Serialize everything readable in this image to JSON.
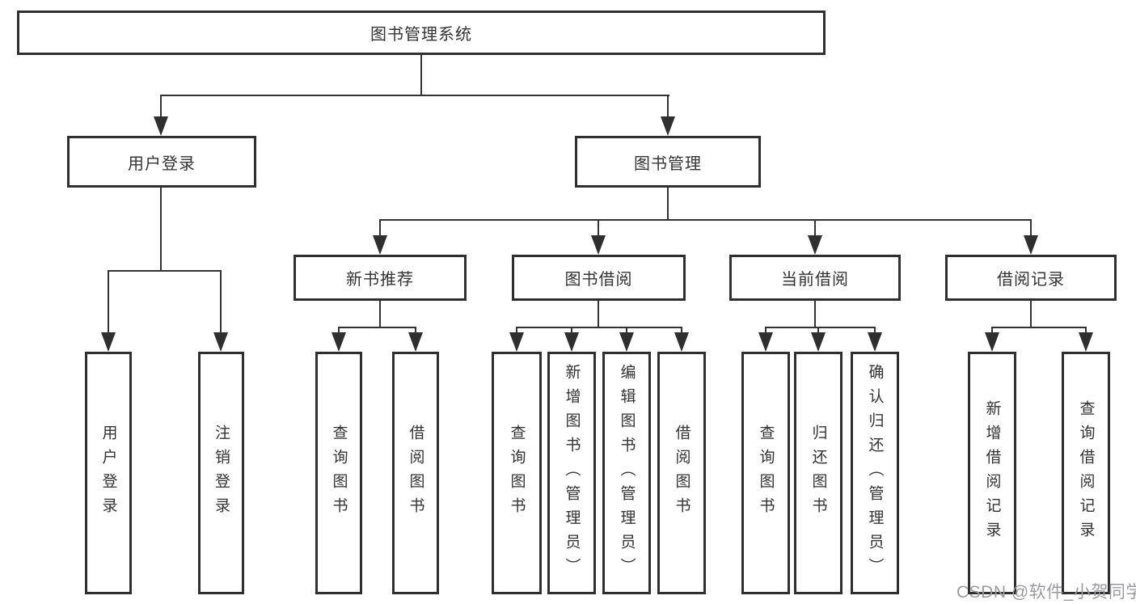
{
  "tree": {
    "root": {
      "label": "图书管理系统"
    },
    "branches": [
      {
        "label": "用户登录",
        "children": [
          {
            "label": "用户登录"
          },
          {
            "label": "注销登录"
          }
        ]
      },
      {
        "label": "图书管理",
        "children": [
          {
            "label": "新书推荐",
            "children": [
              {
                "label": "查询图书"
              },
              {
                "label": "借阅图书"
              }
            ]
          },
          {
            "label": "图书借阅",
            "children": [
              {
                "label": "查询图书"
              },
              {
                "label": "新增图书（管理员）"
              },
              {
                "label": "编辑图书（管理员）"
              },
              {
                "label": "借阅图书"
              }
            ]
          },
          {
            "label": "当前借阅",
            "children": [
              {
                "label": "查询图书"
              },
              {
                "label": "归还图书"
              },
              {
                "label": "确认归还（管理员）"
              }
            ]
          },
          {
            "label": "借阅记录",
            "children": [
              {
                "label": "新增借阅记录"
              },
              {
                "label": "查询借阅记录"
              }
            ]
          }
        ]
      }
    ]
  },
  "watermark": "CSDN @软件_小贺同学",
  "colors": {
    "line": "#333333",
    "box_border": "#2f2f2f",
    "text": "#333333",
    "watermark": "#9b9b9f",
    "background": "#ffffff"
  }
}
